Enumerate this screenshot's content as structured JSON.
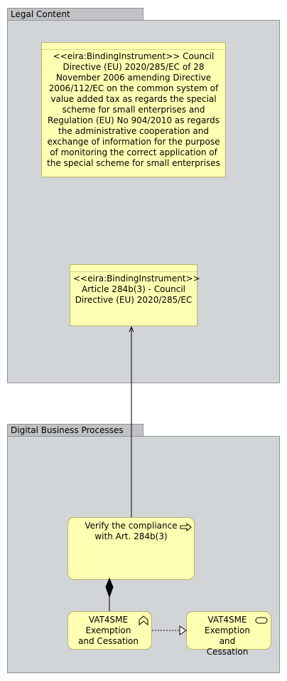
{
  "groups": {
    "legal": {
      "label": "Legal Content"
    },
    "dbp": {
      "label": "Digital Business Processes"
    }
  },
  "elements": {
    "directive": {
      "text": "<<eira:BindingInstrument>> Council Directive (EU) 2020/285/EC of 28 November 2006 amending Directive 2006/112/EC on the common system of value added tax as regards the special scheme for small enterprises and Regulation (EU) No 904/2010 as regards the administrative cooperation and exchange of information for the purpose of monitoring the correct application of the special scheme for small enterprises"
    },
    "article": {
      "text": "<<eira:BindingInstrument>> Article 284b(3) - Council Directive (EU) 2020/285/EC"
    },
    "verify": {
      "text": "Verify the compliance with Art. 284b(3)",
      "icon": "process-arrow-icon"
    },
    "vat_function": {
      "text": "VAT4SME Exemption and Cessation",
      "icon": "function-chevron-icon"
    },
    "vat_service": {
      "text": "VAT4SME Exemption and Cessation",
      "icon": "service-pill-icon"
    }
  },
  "colors": {
    "element_fill": "#ffffb3",
    "group_fill": "#d2d5d8",
    "group_tab": "#c0c2c4"
  }
}
